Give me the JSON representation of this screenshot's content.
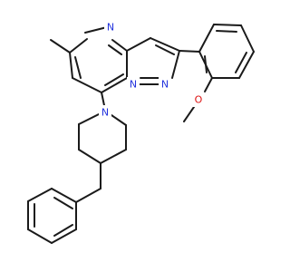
{
  "molecule": {
    "atom_labels": {
      "n4": "N",
      "n1": "N",
      "n7a": "N",
      "n_pip": "N",
      "o_methoxy": "O"
    },
    "colors": {
      "bond": "#1a1a1a",
      "nitrogen": "#2233dd",
      "oxygen": "#dd1111",
      "background": "#ffffff"
    }
  }
}
